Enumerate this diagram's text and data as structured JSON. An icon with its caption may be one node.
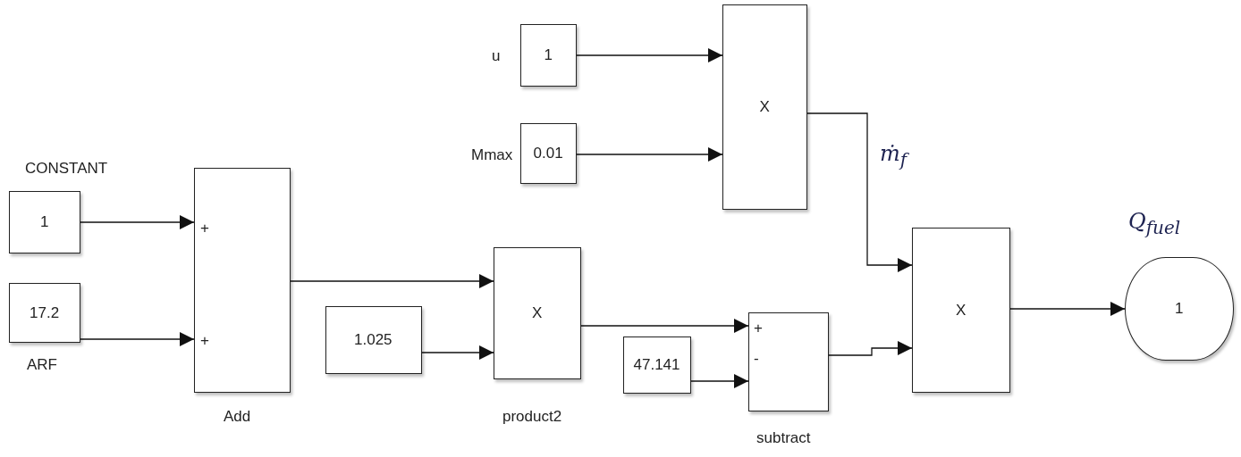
{
  "diagram": {
    "nodes": [
      {
        "text": [
          "1"
        ],
        "beside": [
          "CONSTANT"
        ]
      },
      {
        "text": [
          "17.2"
        ],
        "beside": [
          "ARF"
        ]
      },
      {
        "text": [
          "+",
          "+"
        ],
        "beside": [
          "Add"
        ]
      },
      {
        "text": [
          "1.025"
        ]
      },
      {
        "text": [
          "X"
        ],
        "beside": [
          "product2"
        ]
      },
      {
        "text": [
          "47.141"
        ]
      },
      {
        "text": [
          "+",
          "-"
        ],
        "beside": [
          "subtract"
        ]
      },
      {
        "text": [
          "1"
        ],
        "beside": [
          "u"
        ]
      },
      {
        "text": [
          "0.01"
        ],
        "beside": [
          "Mmax"
        ]
      },
      {
        "text": [
          "X"
        ]
      },
      {
        "text": [
          "X"
        ]
      },
      {
        "text": [
          "1"
        ],
        "beside": [
          "Q$_{fuel}$"
        ]
      }
    ],
    "edges": [
      {
        "from": 0,
        "to": 2,
        "arrow": "to"
      },
      {
        "from": 1,
        "to": 2,
        "arrow": "to"
      },
      {
        "from": 2,
        "to": 4,
        "arrow": "to"
      },
      {
        "from": 3,
        "to": 4,
        "arrow": "to"
      },
      {
        "from": 4,
        "to": 6,
        "arrow": "to"
      },
      {
        "from": 5,
        "to": 6,
        "arrow": "to"
      },
      {
        "from": 7,
        "to": 9,
        "arrow": "to"
      },
      {
        "from": 8,
        "to": 9,
        "arrow": "to"
      },
      {
        "from": 9,
        "to": 10,
        "arrow": "to",
        "label": "ṁ$_{f}$"
      },
      {
        "from": 6,
        "to": 10,
        "arrow": "to"
      },
      {
        "from": 10,
        "to": 11,
        "arrow": "to"
      }
    ]
  }
}
